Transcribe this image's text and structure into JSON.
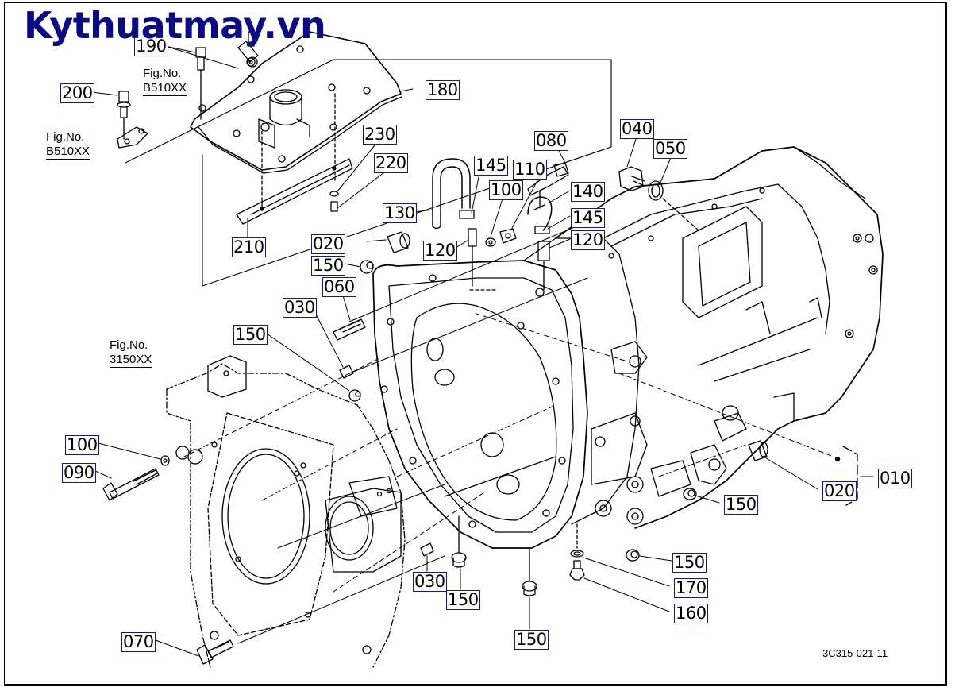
{
  "watermark": "Kythuatmay.vn",
  "drawing_code": "3C315-021-11",
  "figure_refs": [
    {
      "id": "fig-ref-top",
      "line1": "Fig.No.",
      "line2": "B510XX"
    },
    {
      "id": "fig-ref-left",
      "line1": "Fig.No.",
      "line2": "B510XX"
    },
    {
      "id": "fig-ref-cover",
      "line1": "Fig.No.",
      "line2": "3150XX"
    }
  ],
  "callouts": [
    {
      "label": "190",
      "part": "bolt"
    },
    {
      "label": "200",
      "part": "bolt-with-washer"
    },
    {
      "label": "180",
      "part": "top-cover"
    },
    {
      "label": "230",
      "part": "washer"
    },
    {
      "label": "220",
      "part": "nut"
    },
    {
      "label": "210",
      "part": "bracket-plate"
    },
    {
      "label": "130",
      "part": "breather-hose"
    },
    {
      "label": "145",
      "part": "hose-clamp"
    },
    {
      "label": "110",
      "part": "nut"
    },
    {
      "label": "100",
      "part": "washer"
    },
    {
      "label": "080",
      "part": "bolt"
    },
    {
      "label": "140",
      "part": "hose"
    },
    {
      "label": "145",
      "part": "hose-clamp"
    },
    {
      "label": "120",
      "part": "pipe-fitting"
    },
    {
      "label": "120",
      "part": "pipe-fitting"
    },
    {
      "label": "040",
      "part": "plug"
    },
    {
      "label": "050",
      "part": "seal"
    },
    {
      "label": "020",
      "part": "bushing"
    },
    {
      "label": "150",
      "part": "plug"
    },
    {
      "label": "060",
      "part": "stud"
    },
    {
      "label": "030",
      "part": "pin"
    },
    {
      "label": "150",
      "part": "plug"
    },
    {
      "label": "100",
      "part": "washer"
    },
    {
      "label": "090",
      "part": "bolt"
    },
    {
      "label": "020",
      "part": "bushing"
    },
    {
      "label": "010",
      "part": "transmission-case-assembly"
    },
    {
      "label": "150",
      "part": "plug"
    },
    {
      "label": "150",
      "part": "plug"
    },
    {
      "label": "170",
      "part": "gasket"
    },
    {
      "label": "160",
      "part": "drain-plug"
    },
    {
      "label": "030",
      "part": "pin"
    },
    {
      "label": "150",
      "part": "plug"
    },
    {
      "label": "150",
      "part": "plug"
    },
    {
      "label": "070",
      "part": "bolt"
    }
  ]
}
